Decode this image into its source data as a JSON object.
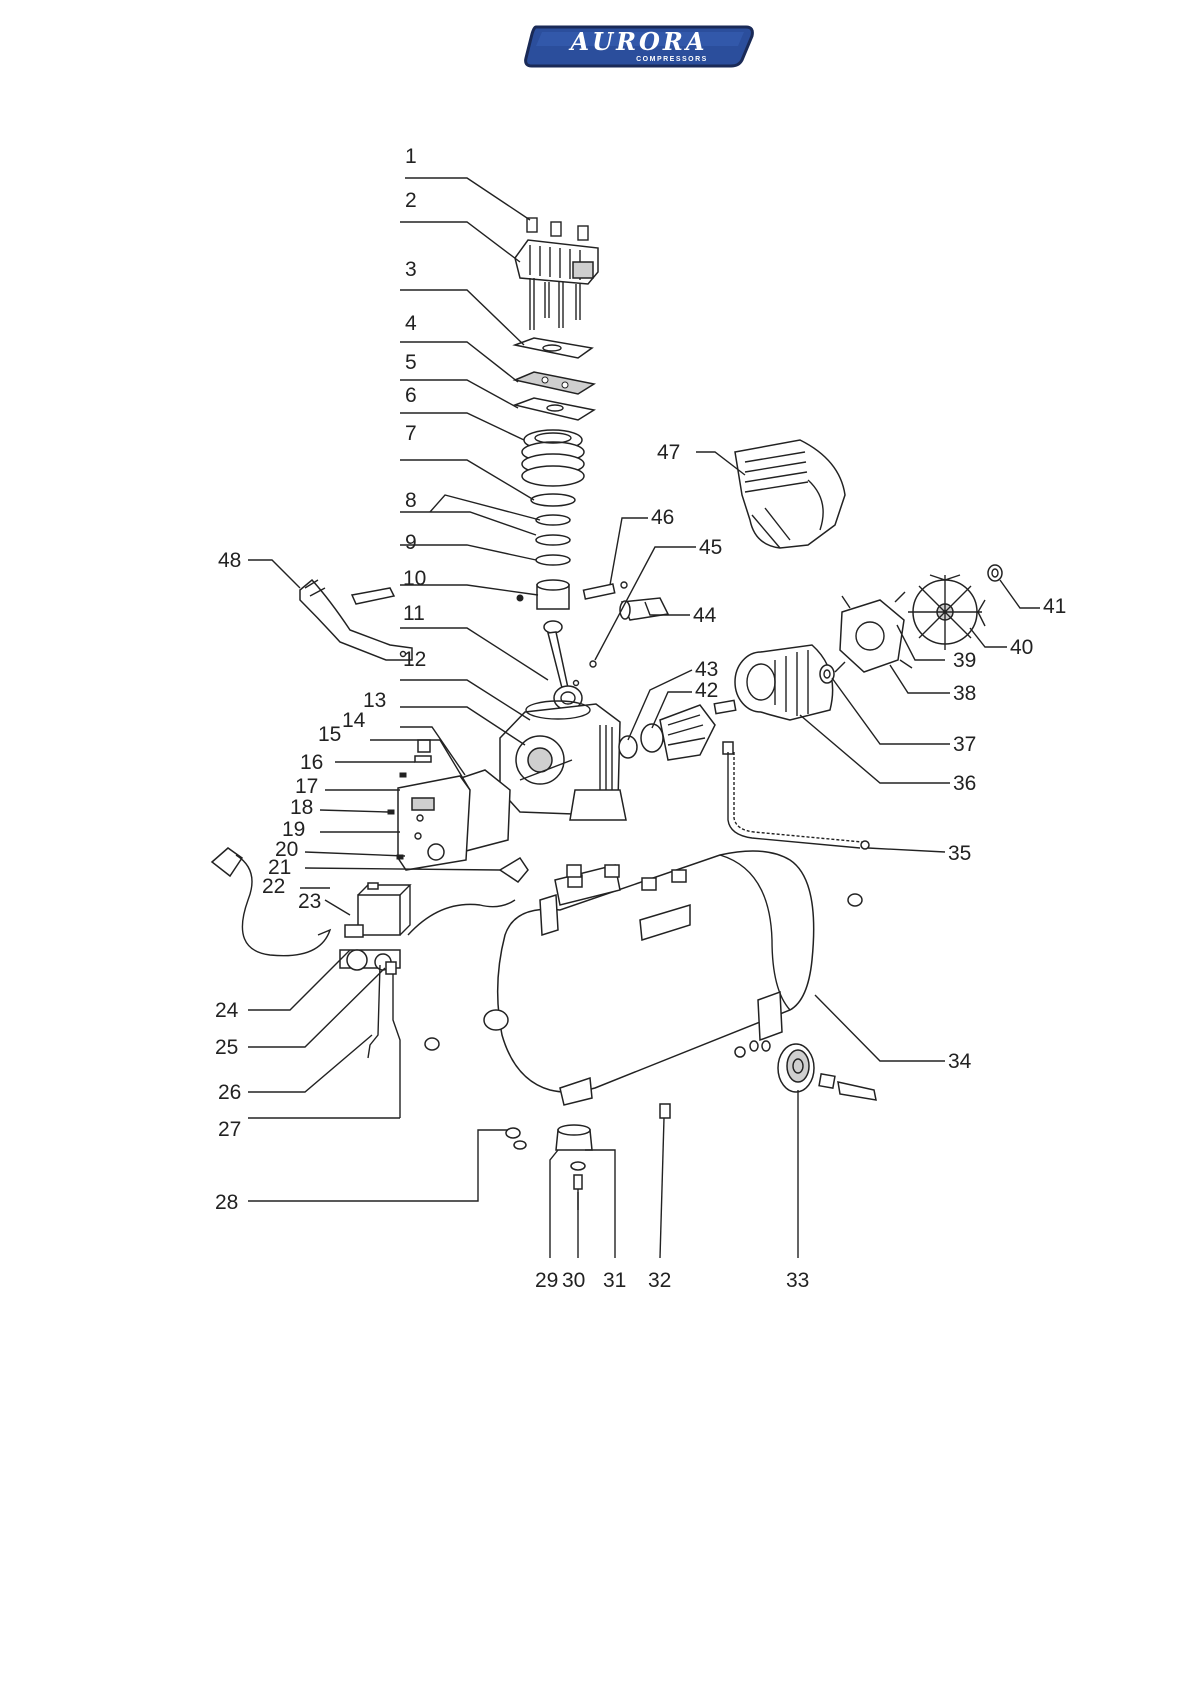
{
  "brand": {
    "name": "AURORA",
    "sub": "COMPRESSORS",
    "colors": {
      "fill": "#2b4e9c",
      "outline": "#1a2a57",
      "text": "#ffffff"
    }
  },
  "callouts": [
    "1",
    "2",
    "3",
    "4",
    "5",
    "6",
    "7",
    "8",
    "9",
    "10",
    "11",
    "12",
    "13",
    "14",
    "15",
    "16",
    "17",
    "18",
    "19",
    "20",
    "21",
    "22",
    "23",
    "24",
    "25",
    "26",
    "27",
    "28",
    "29",
    "30",
    "31",
    "32",
    "33",
    "34",
    "35",
    "36",
    "37",
    "38",
    "39",
    "40",
    "41",
    "42",
    "43",
    "44",
    "45",
    "46",
    "47",
    "48"
  ]
}
